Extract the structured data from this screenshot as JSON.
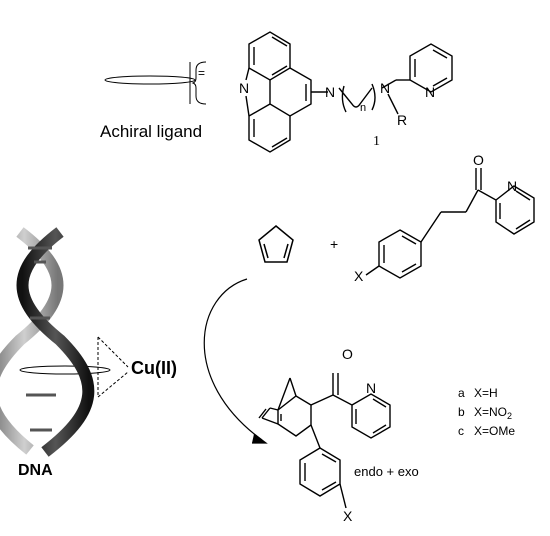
{
  "scheme": {
    "ligand_caption": "Achiral ligand",
    "compound_number": "1",
    "equals_sign": "=",
    "plus_sign": "+",
    "catalyst_label": "Cu(II)",
    "dna_label": "DNA",
    "stereo_note": "endo + exo",
    "atoms": {
      "N": "N",
      "O": "O",
      "R": "R",
      "X": "X",
      "n": "n"
    },
    "substituents": [
      {
        "letter": "a",
        "formula": "X=H",
        "sub": ""
      },
      {
        "letter": "b",
        "formula": "X=NO",
        "sub": "2"
      },
      {
        "letter": "c",
        "formula": "X=OMe",
        "sub": ""
      }
    ]
  },
  "colors": {
    "ink": "#000000",
    "helix_dark": "#2a2a2a",
    "helix_light": "#a6a6a6"
  }
}
